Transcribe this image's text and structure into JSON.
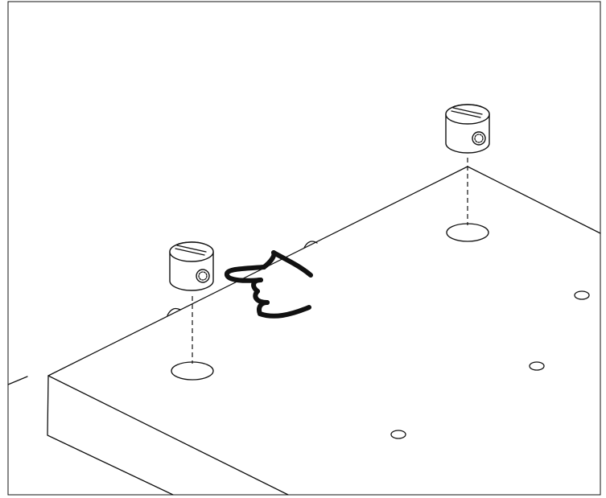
{
  "figure": {
    "illustration": "assembly-step",
    "parts": [
      {
        "name": "cam-nut-right"
      },
      {
        "name": "cam-nut-left"
      }
    ],
    "icons": [
      "pointing-hand-icon"
    ],
    "colors": {
      "line": "#111111",
      "background": "#ffffff"
    }
  }
}
